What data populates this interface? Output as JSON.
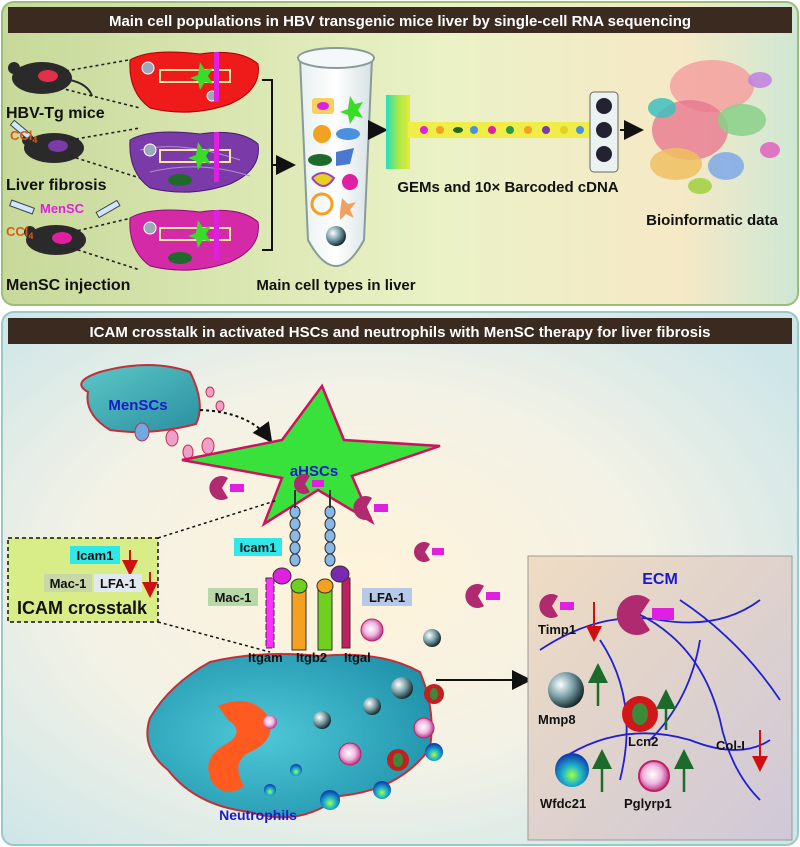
{
  "panel_top": {
    "title": "Main cell populations in HBV transgenic mice liver by single-cell RNA sequencing",
    "groups": [
      "HBV-Tg mice",
      "Liver fibrosis",
      "MenSC injection"
    ],
    "ccl4_label": "CCl",
    "ccl4_subscript": "4",
    "mensc_label": "MenSC",
    "tube_caption": "Main cell types in liver",
    "gem_caption": "GEMs and 10× Barcoded cDNA",
    "bio_caption": "Bioinformatic data"
  },
  "panel_bottom": {
    "title": "ICAM crosstalk in activated HSCs and neutrophils with MenSC therapy for liver fibrosis",
    "menscs": "MenSCs",
    "ahscs": "aHSCs",
    "icam1": "Icam1",
    "mac1": "Mac-1",
    "lfa1": "LFA-1",
    "itgam": "Itgam",
    "itgb2": "Itgb2",
    "itgal": "Itgal",
    "neutrophils": "Neutrophils",
    "inset": {
      "icam1": "Icam1",
      "mac1": "Mac-1",
      "lfa1": "LFA-1",
      "title": "ICAM crosstalk"
    },
    "ecm": {
      "title": "ECM",
      "timp1": "Timp1",
      "mmp8": "Mmp8",
      "lcn2": "Lcn2",
      "coli": "Col-I",
      "wfdc21": "Wfdc21",
      "pglyrp1": "Pglyrp1"
    }
  },
  "colors": {
    "title_bar": "#3a2a1f",
    "down_arrow": "#d01010",
    "up_arrow": "#1c6b2a",
    "ahsc": "#38e23a",
    "label_blue": "#1a1acc",
    "mensc_magenta": "#e020e0",
    "ccl4_orange": "#e05a10"
  }
}
